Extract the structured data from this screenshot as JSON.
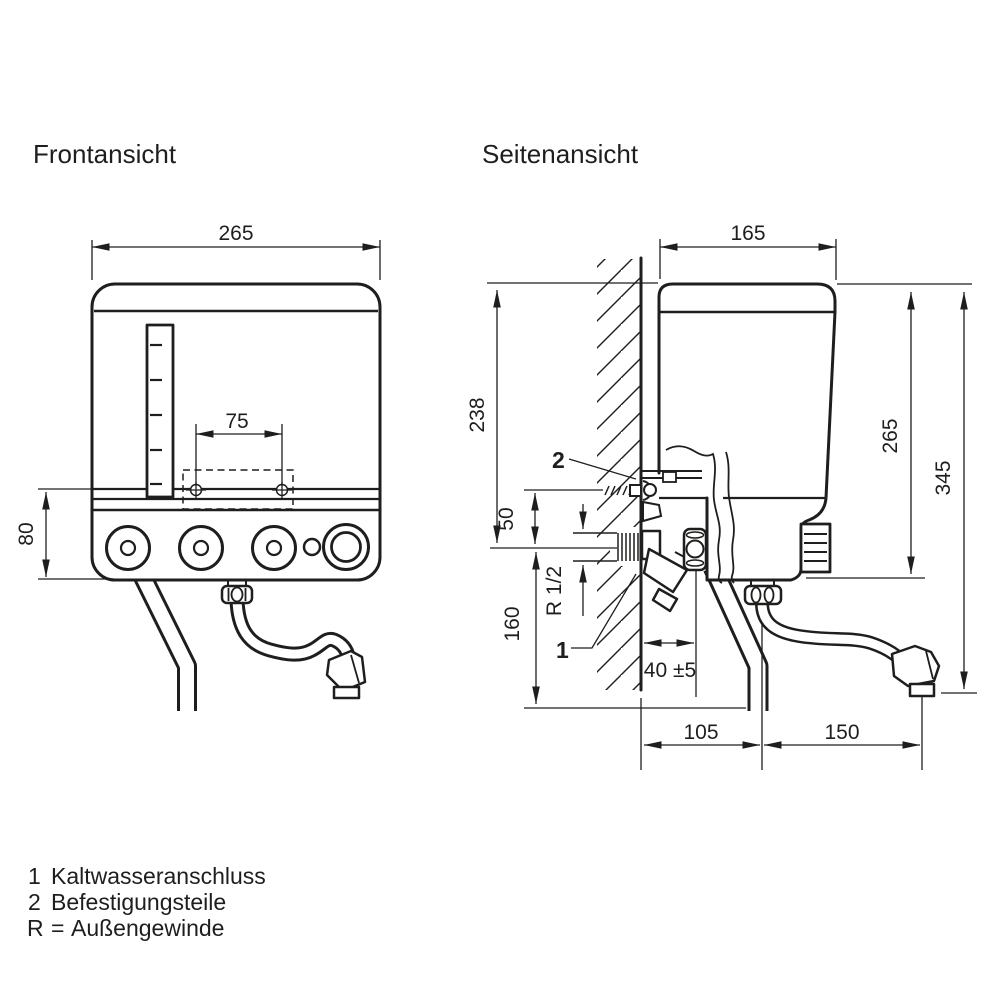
{
  "titles": {
    "front": "Frontansicht",
    "side": "Seitenansicht"
  },
  "front_view": {
    "width": "265",
    "hole_spacing": "75",
    "lower_height": "80"
  },
  "side_view": {
    "depth": "165",
    "top_to_inlet": "238",
    "bracket_to_inlet": "50",
    "inlet_to_bottom": "160",
    "thread": "R 1/2",
    "wall_offset": "40 ±5",
    "wall_to_drain": "105",
    "drain_to_spout": "150",
    "body_height": "265",
    "total_height": "345",
    "callout_cold_water": "1",
    "callout_fixing": "2"
  },
  "legend": {
    "rows": [
      {
        "key": "1",
        "sep": "",
        "label": "Kaltwasseranschluss"
      },
      {
        "key": "2",
        "sep": "",
        "label": "Befestigungsteile"
      },
      {
        "key": "R",
        "sep": "=",
        "label": "Außengewinde"
      }
    ]
  },
  "colors": {
    "line": "#1e1e1c",
    "background": "#ffffff"
  }
}
